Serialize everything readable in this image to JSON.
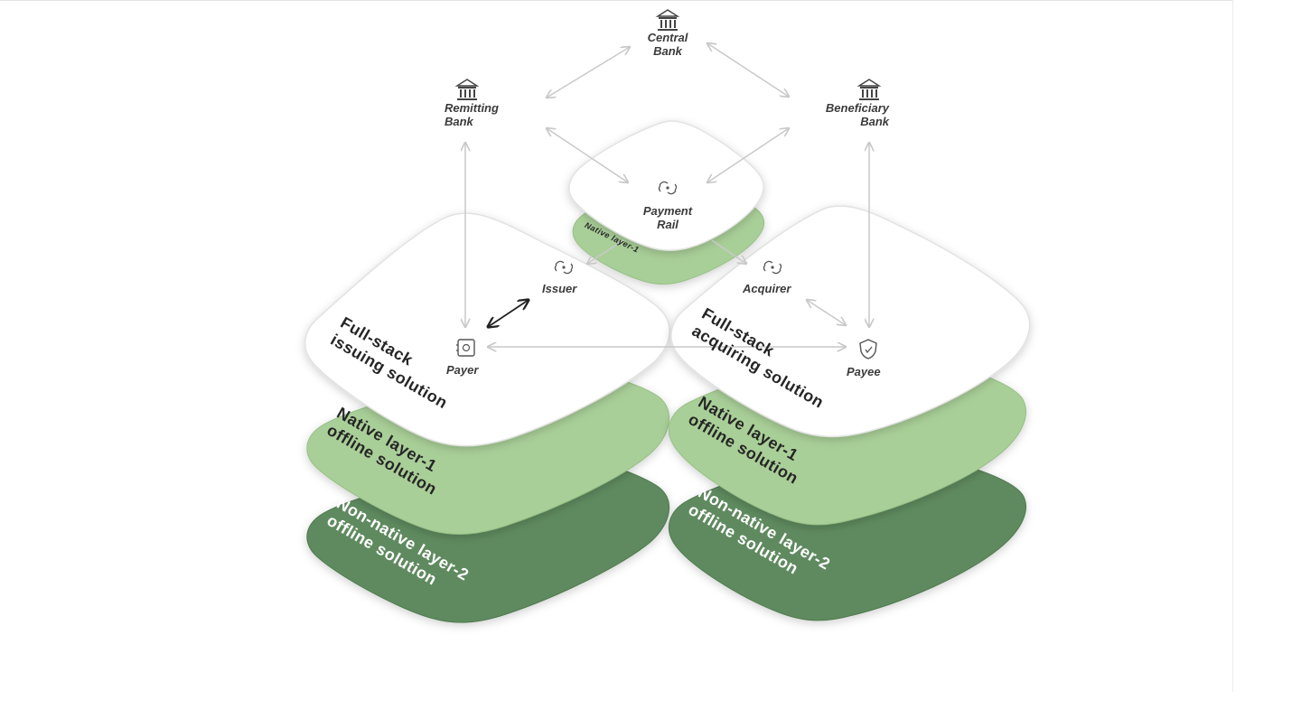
{
  "nodes": {
    "central_bank": "Central\nBank",
    "remitting_bank": "Remitting\nBank",
    "beneficiary_bank": "Beneficiary\nBank",
    "payment_rail": "Payment\nRail",
    "issuer": "Issuer",
    "acquirer": "Acquirer",
    "payer": "Payer",
    "payee": "Payee"
  },
  "layers": {
    "center_native": "Native layer-1",
    "left_top": "Full-stack\nissuing solution",
    "left_mid": "Native layer-1\noffline solution",
    "left_bottom": "Non-native layer-2\noffline solution",
    "right_top": "Full-stack\nacquiring solution",
    "right_mid": "Native layer-1\noffline solution",
    "right_bottom": "Non-native layer-2\noffline solution"
  },
  "icons": {
    "central_bank": "bank-icon",
    "remitting_bank": "bank-icon",
    "beneficiary_bank": "bank-icon",
    "payment_rail": "link-icon",
    "issuer": "link-icon",
    "acquirer": "link-icon",
    "payer": "safe-icon",
    "payee": "shield-icon"
  },
  "colors": {
    "white_layer": "#ffffff",
    "light_green": "#a9cf98",
    "dark_green": "#5e8a5e",
    "arrow": "#c9c9c9",
    "text": "#3b3b3b"
  }
}
